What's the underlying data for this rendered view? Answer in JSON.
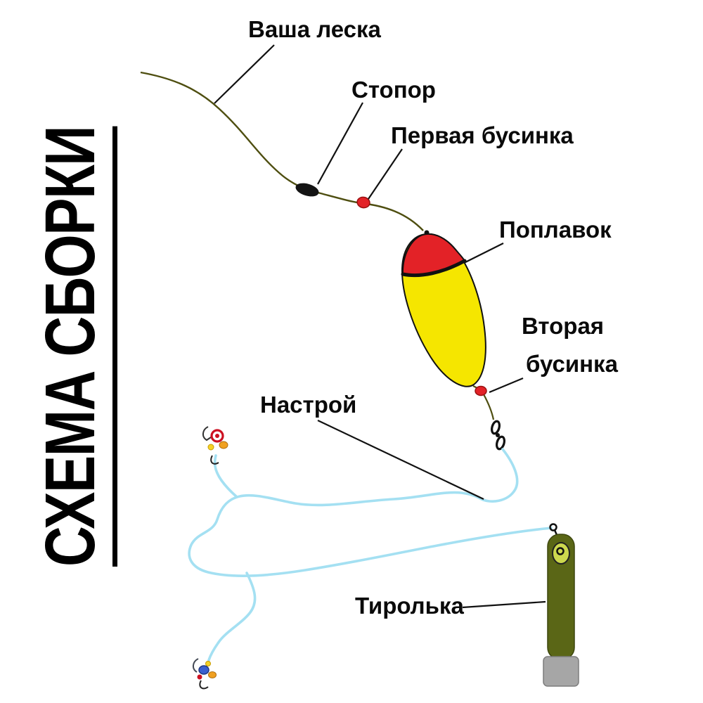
{
  "title": {
    "text": "СХЕМА СБОРКИ"
  },
  "labels": {
    "fishing_line": "Ваша леска",
    "stopper": "Стопор",
    "first_bead": "Первая бусинка",
    "float": "Поплавок",
    "second_bead_line1": "Вторая",
    "second_bead_line2": "бусинка",
    "rig": "Настрой",
    "tyrolean": "Тиролька"
  },
  "colors": {
    "background": "#ffffff",
    "text": "#000000",
    "pointer_line": "#111111",
    "fishing_line": "#4e4e10",
    "stopper": "#141414",
    "bead": "#e32227",
    "float_body": "#f5e600",
    "float_top": "#e32227",
    "rig_line": "#a4e0f2",
    "tyrolean_body": "#5a6616",
    "tyrolean_eye": "#ccd84e",
    "tyrolean_cap": "#a6a6a6",
    "lure_red": "#cc1122",
    "lure_orange": "#f0a020",
    "lure_yellow": "#f5d327",
    "lure_blue": "#3a5fd0"
  }
}
